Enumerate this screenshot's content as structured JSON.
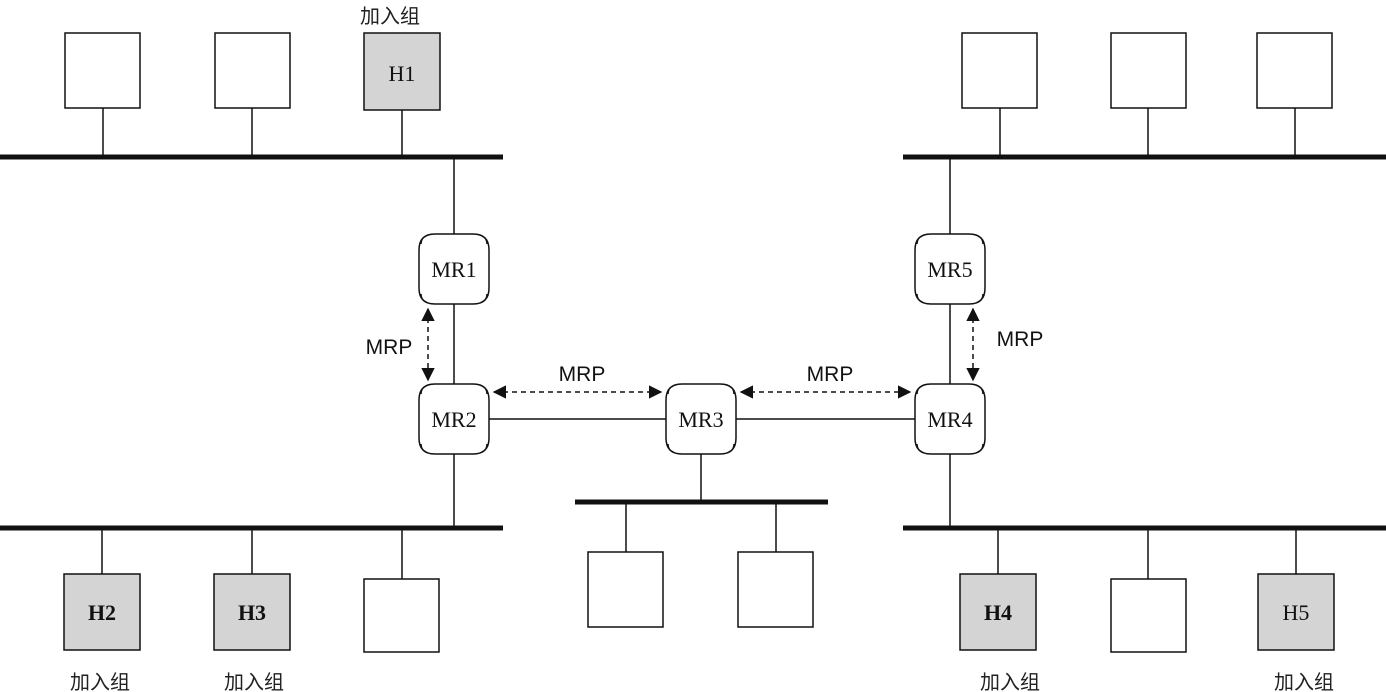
{
  "routers": {
    "mr1": "MR1",
    "mr2": "MR2",
    "mr3": "MR3",
    "mr4": "MR4",
    "mr5": "MR5"
  },
  "hosts": {
    "h1": "H1",
    "h2": "H2",
    "h3": "H3",
    "h4": "H4",
    "h5": "H5"
  },
  "captions": {
    "join_group": "加入组"
  },
  "protocol": {
    "mrp": "MRP"
  },
  "colors": {
    "member_host_fill": "#d4d4d4",
    "host_fill": "#ffffff",
    "line": "#111111"
  }
}
